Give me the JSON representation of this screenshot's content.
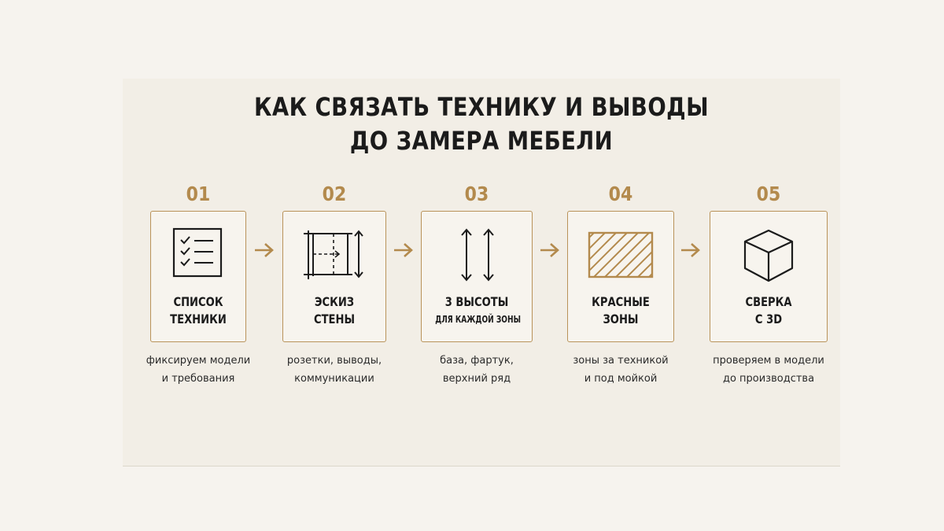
{
  "title": {
    "line1": "КАК СВЯЗАТЬ ТЕХНИКУ И ВЫВОДЫ",
    "line2": "ДО ЗАМЕРА МЕБЕЛИ"
  },
  "colors": {
    "accent": "#b38a4d",
    "text": "#1b1b1b",
    "background": "#f2eee6"
  },
  "steps": [
    {
      "number": "01",
      "icon": "checklist-icon",
      "label_line1": "СПИСОК",
      "label_line2": "ТЕХНИКИ",
      "desc_line1": "фиксируем модели",
      "desc_line2": "и требования"
    },
    {
      "number": "02",
      "icon": "wall-sketch-icon",
      "label_line1": "ЭСКИЗ",
      "label_line2": "СТЕНЫ",
      "desc_line1": "розетки, выводы,",
      "desc_line2": "коммуникации"
    },
    {
      "number": "03",
      "icon": "height-arrows-icon",
      "label_line1": "3 ВЫСОТЫ",
      "label_line2": "ДЛЯ КАЖДОЙ ЗОНЫ",
      "desc_line1": "база, фартук,",
      "desc_line2": "верхний ряд"
    },
    {
      "number": "04",
      "icon": "hatched-zone-icon",
      "label_line1": "КРАСНЫЕ",
      "label_line2": "ЗОНЫ",
      "desc_line1": "зоны за техникой",
      "desc_line2": "и под мойкой"
    },
    {
      "number": "05",
      "icon": "cube-3d-icon",
      "label_line1": "СВЕРКА",
      "label_line2": "С 3D",
      "desc_line1": "проверяем в модели",
      "desc_line2": "до производства"
    }
  ]
}
